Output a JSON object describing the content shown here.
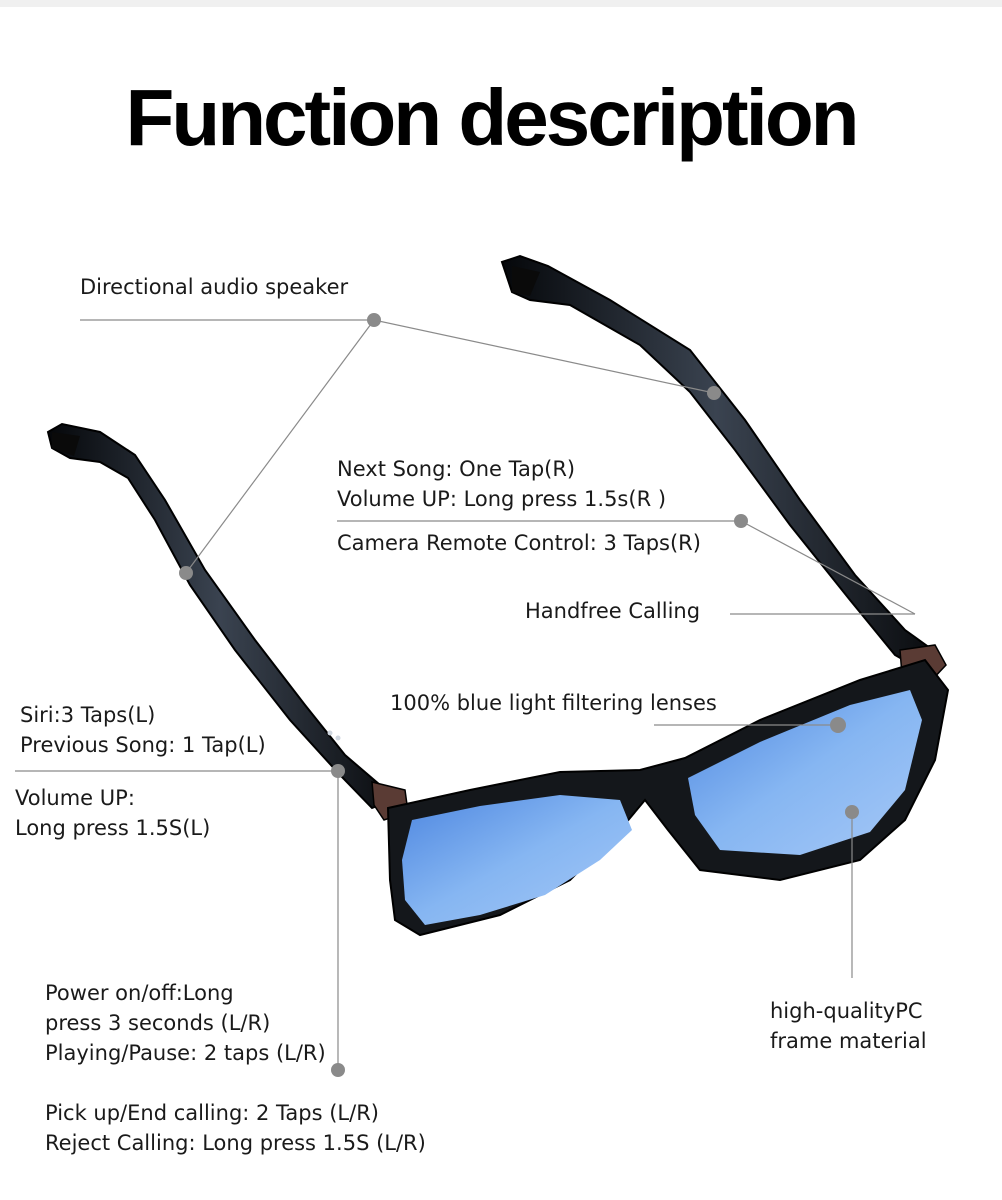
{
  "title": "Function description",
  "colors": {
    "lens": "#7fb0ef",
    "frame": "#16181c",
    "leader": "#8a8a8a"
  },
  "labels": {
    "speaker": "Directional audio speaker",
    "next_song": "Next Song: One Tap(R)",
    "volume_up_r": "Volume UP: Long press 1.5s(R )",
    "camera": "Camera Remote Control: 3 Taps(R)",
    "handfree": "Handfree Calling",
    "blue_light": "100% blue light filtering lenses",
    "siri": "Siri:3 Taps(L)",
    "prev_song": "Previous Song: 1 Tap(L)",
    "volume_up_l_1": "Volume UP:",
    "volume_up_l_2": "Long press 1.5S(L)",
    "power_1": "Power on/off:Long",
    "power_2": "press 3 seconds (L/R)",
    "play_pause": "Playing/Pause: 2 taps (L/R)",
    "pickup": "Pick up/End calling: 2 Taps (L/R)",
    "reject": "Reject Calling: Long press 1.5S (L/R)",
    "frame_1": "high-qualityPC",
    "frame_2": "frame material"
  }
}
